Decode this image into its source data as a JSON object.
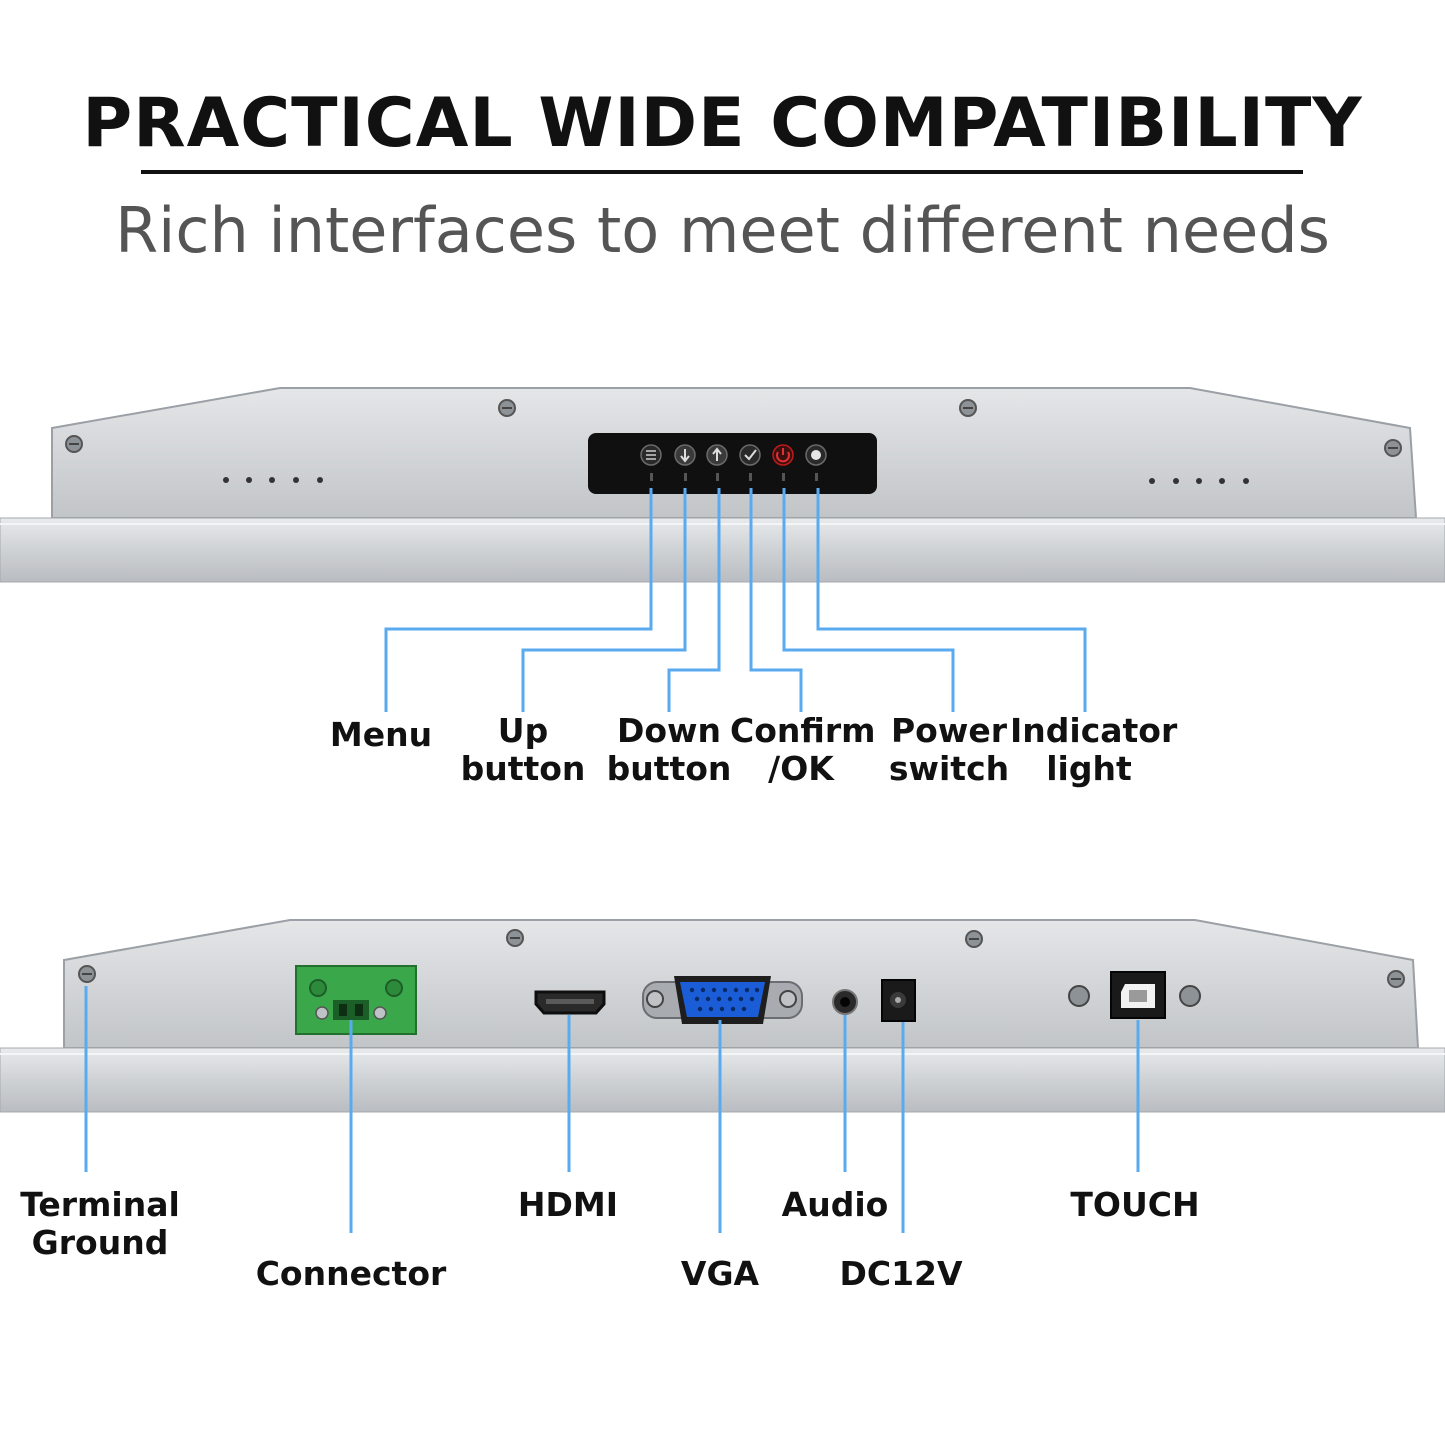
{
  "title": "PRACTICAL WIDE COMPATIBILITY",
  "subtitle": "Rich interfaces to meet different needs",
  "top_panel": {
    "labels": {
      "menu": [
        "Menu"
      ],
      "up": [
        "Up",
        "button"
      ],
      "down": [
        "Down",
        "button"
      ],
      "confirm": [
        "Confirm",
        "/OK"
      ],
      "power": [
        "Power",
        "switch"
      ],
      "indicator": [
        "Indicator",
        "light"
      ]
    }
  },
  "bottom_panel": {
    "labels": {
      "terminal": [
        "Terminal",
        "Ground"
      ],
      "connector": [
        "Connector"
      ],
      "hdmi": [
        "HDMI"
      ],
      "vga": [
        "VGA"
      ],
      "audio": [
        "Audio"
      ],
      "dc": [
        "DC12V"
      ],
      "touch": [
        "TOUCH"
      ]
    }
  },
  "colors": {
    "leader_line": "#5aaaf0",
    "panel_metal": "#c7cacd",
    "button_strip": "#101010",
    "terminal_block": "#3aa84a",
    "vga_blue": "#1a5dd6",
    "power_red": "#c21a1a"
  }
}
